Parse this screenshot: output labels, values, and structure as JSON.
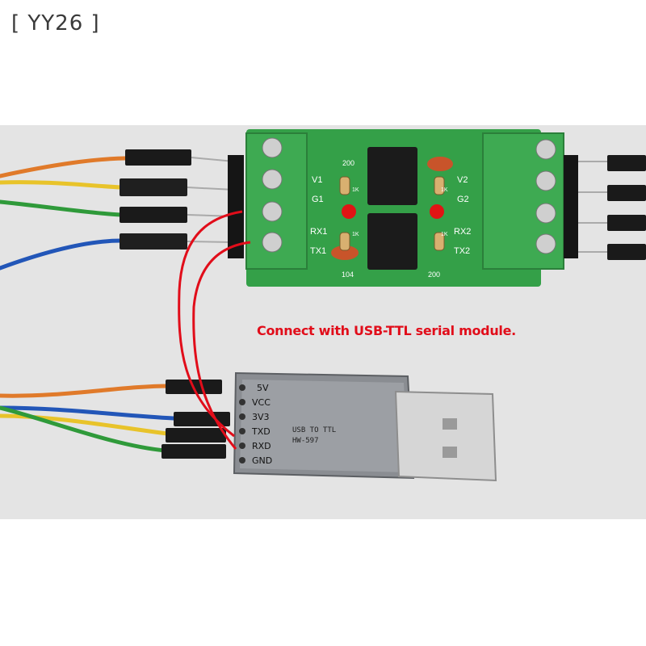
{
  "watermark": "[ YY26 ]",
  "annotation": "Connect with USB-TTL serial module.",
  "board": {
    "left_labels": [
      "V1",
      "G1",
      "RX1",
      "TX1"
    ],
    "right_labels": [
      "V2",
      "G2",
      "RX2",
      "TX2"
    ],
    "component_labels": [
      "200",
      "1K",
      "1K",
      "104",
      "200",
      "1K",
      "1K"
    ]
  },
  "usb_module": {
    "pins": [
      "5V",
      "VCC",
      "3V3",
      "TXD",
      "RXD",
      "GND"
    ],
    "print_line1": "USB TO TTL",
    "print_line2": "HW-597"
  },
  "colors": {
    "pcb": "#34a048",
    "terminal": "#3eaa52",
    "annotation_red": "#e10d1a",
    "wire_orange": "#e07a2a",
    "wire_yellow": "#e8c32a",
    "wire_green": "#2f9a3a",
    "wire_blue": "#2256b8"
  }
}
